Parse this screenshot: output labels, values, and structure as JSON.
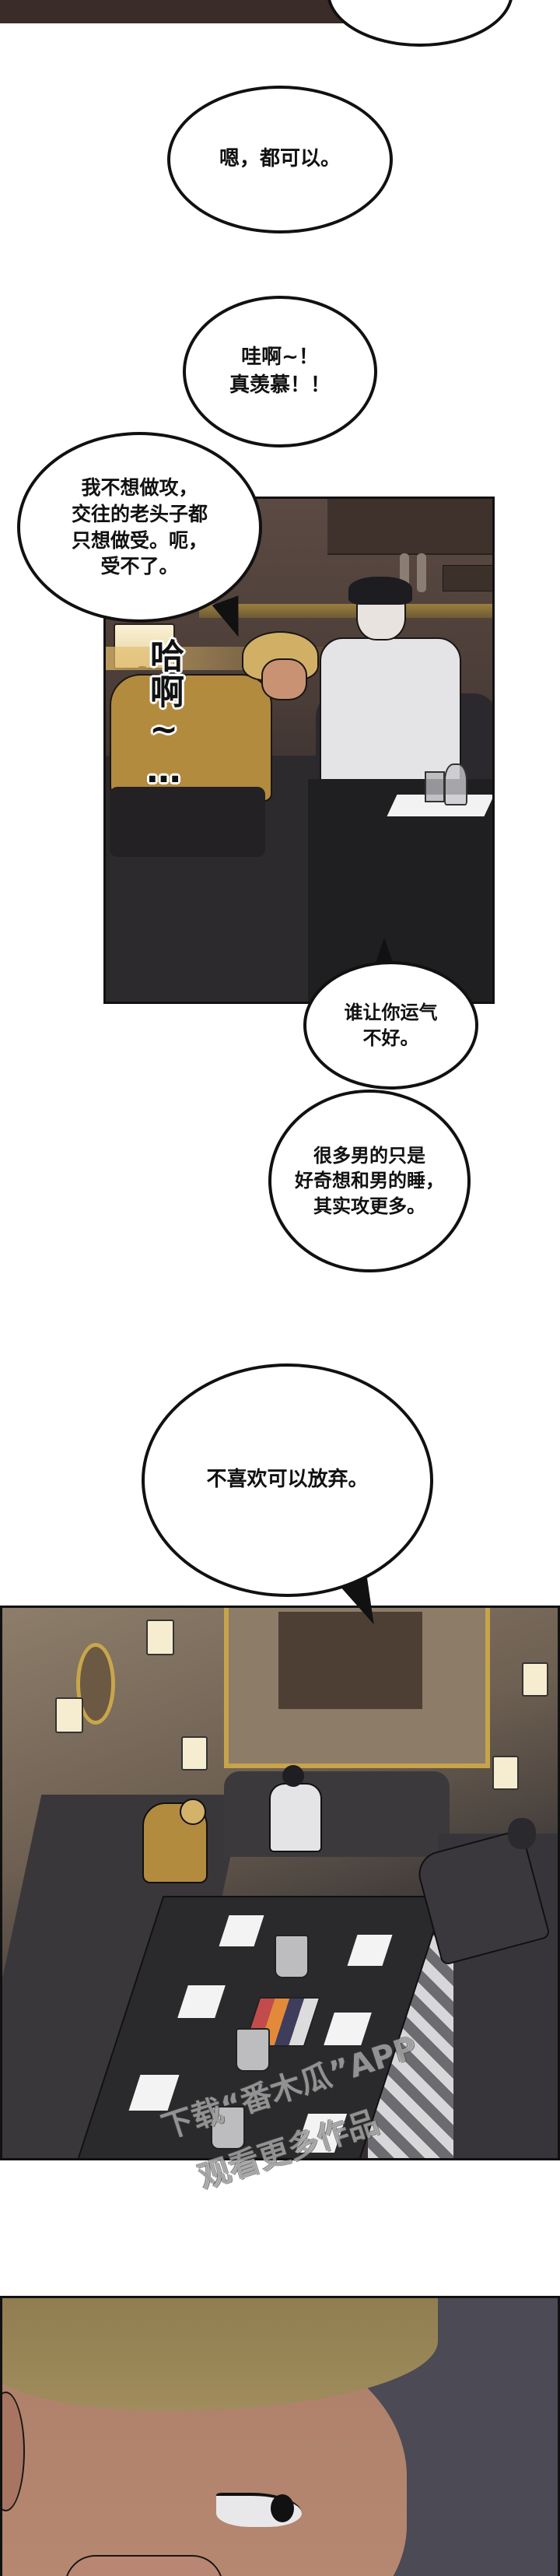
{
  "page": {
    "type": "webtoon-strip",
    "background": "#ffffff"
  },
  "top_fragment": {
    "bg_color": "#3a2c28"
  },
  "bubbles": [
    {
      "id": "b1",
      "text": "嗯，都可以。"
    },
    {
      "id": "b2",
      "text": "哇啊~！\n真羡慕！！"
    },
    {
      "id": "b3",
      "text": "我不想做攻，\n交往的老头子都\n只想做受。呃，\n受不了。"
    },
    {
      "id": "b4",
      "text": "谁让你运气\n不好。"
    },
    {
      "id": "b5",
      "text": "很多男的只是\n好奇想和男的睡，\n其实攻更多。"
    },
    {
      "id": "b6",
      "text": "不喜欢可以放弃。"
    }
  ],
  "sfx": {
    "sigh": "哈啊~…"
  },
  "panels": [
    {
      "id": "panel-1",
      "description": "Blond man in mustard patterned shirt slumps on sofa with hand on face; dark-haired man in white shirt smiles beside him at a karaoke room table",
      "colors": {
        "wall": "#5a4a42",
        "sofa": "#2e2b2e",
        "shirt_yellow": "#b8903f",
        "shirt_white": "#e6e6e8",
        "lamp": "#f3e6c2"
      }
    },
    {
      "id": "panel-2",
      "description": "Overhead view of luxury karaoke room with three men around a long dark table set with glasses, bottles, ice buckets and fruit platter",
      "colors": {
        "wall": "#8a7a66",
        "gold_trim": "#c9a64a",
        "sofa": "#3b383c",
        "table": "#2a292b",
        "floor": "#b8b8bc"
      }
    },
    {
      "id": "panel-3",
      "description": "Close-up profile of blond man with hand on cheek, looking down",
      "colors": {
        "skin": "#b98a72",
        "hair": "#9d8a5a",
        "bg": "#4c4a55"
      }
    }
  ],
  "watermark": {
    "line1": "下载“番木瓜”APP",
    "line2": "观看更多作品"
  }
}
